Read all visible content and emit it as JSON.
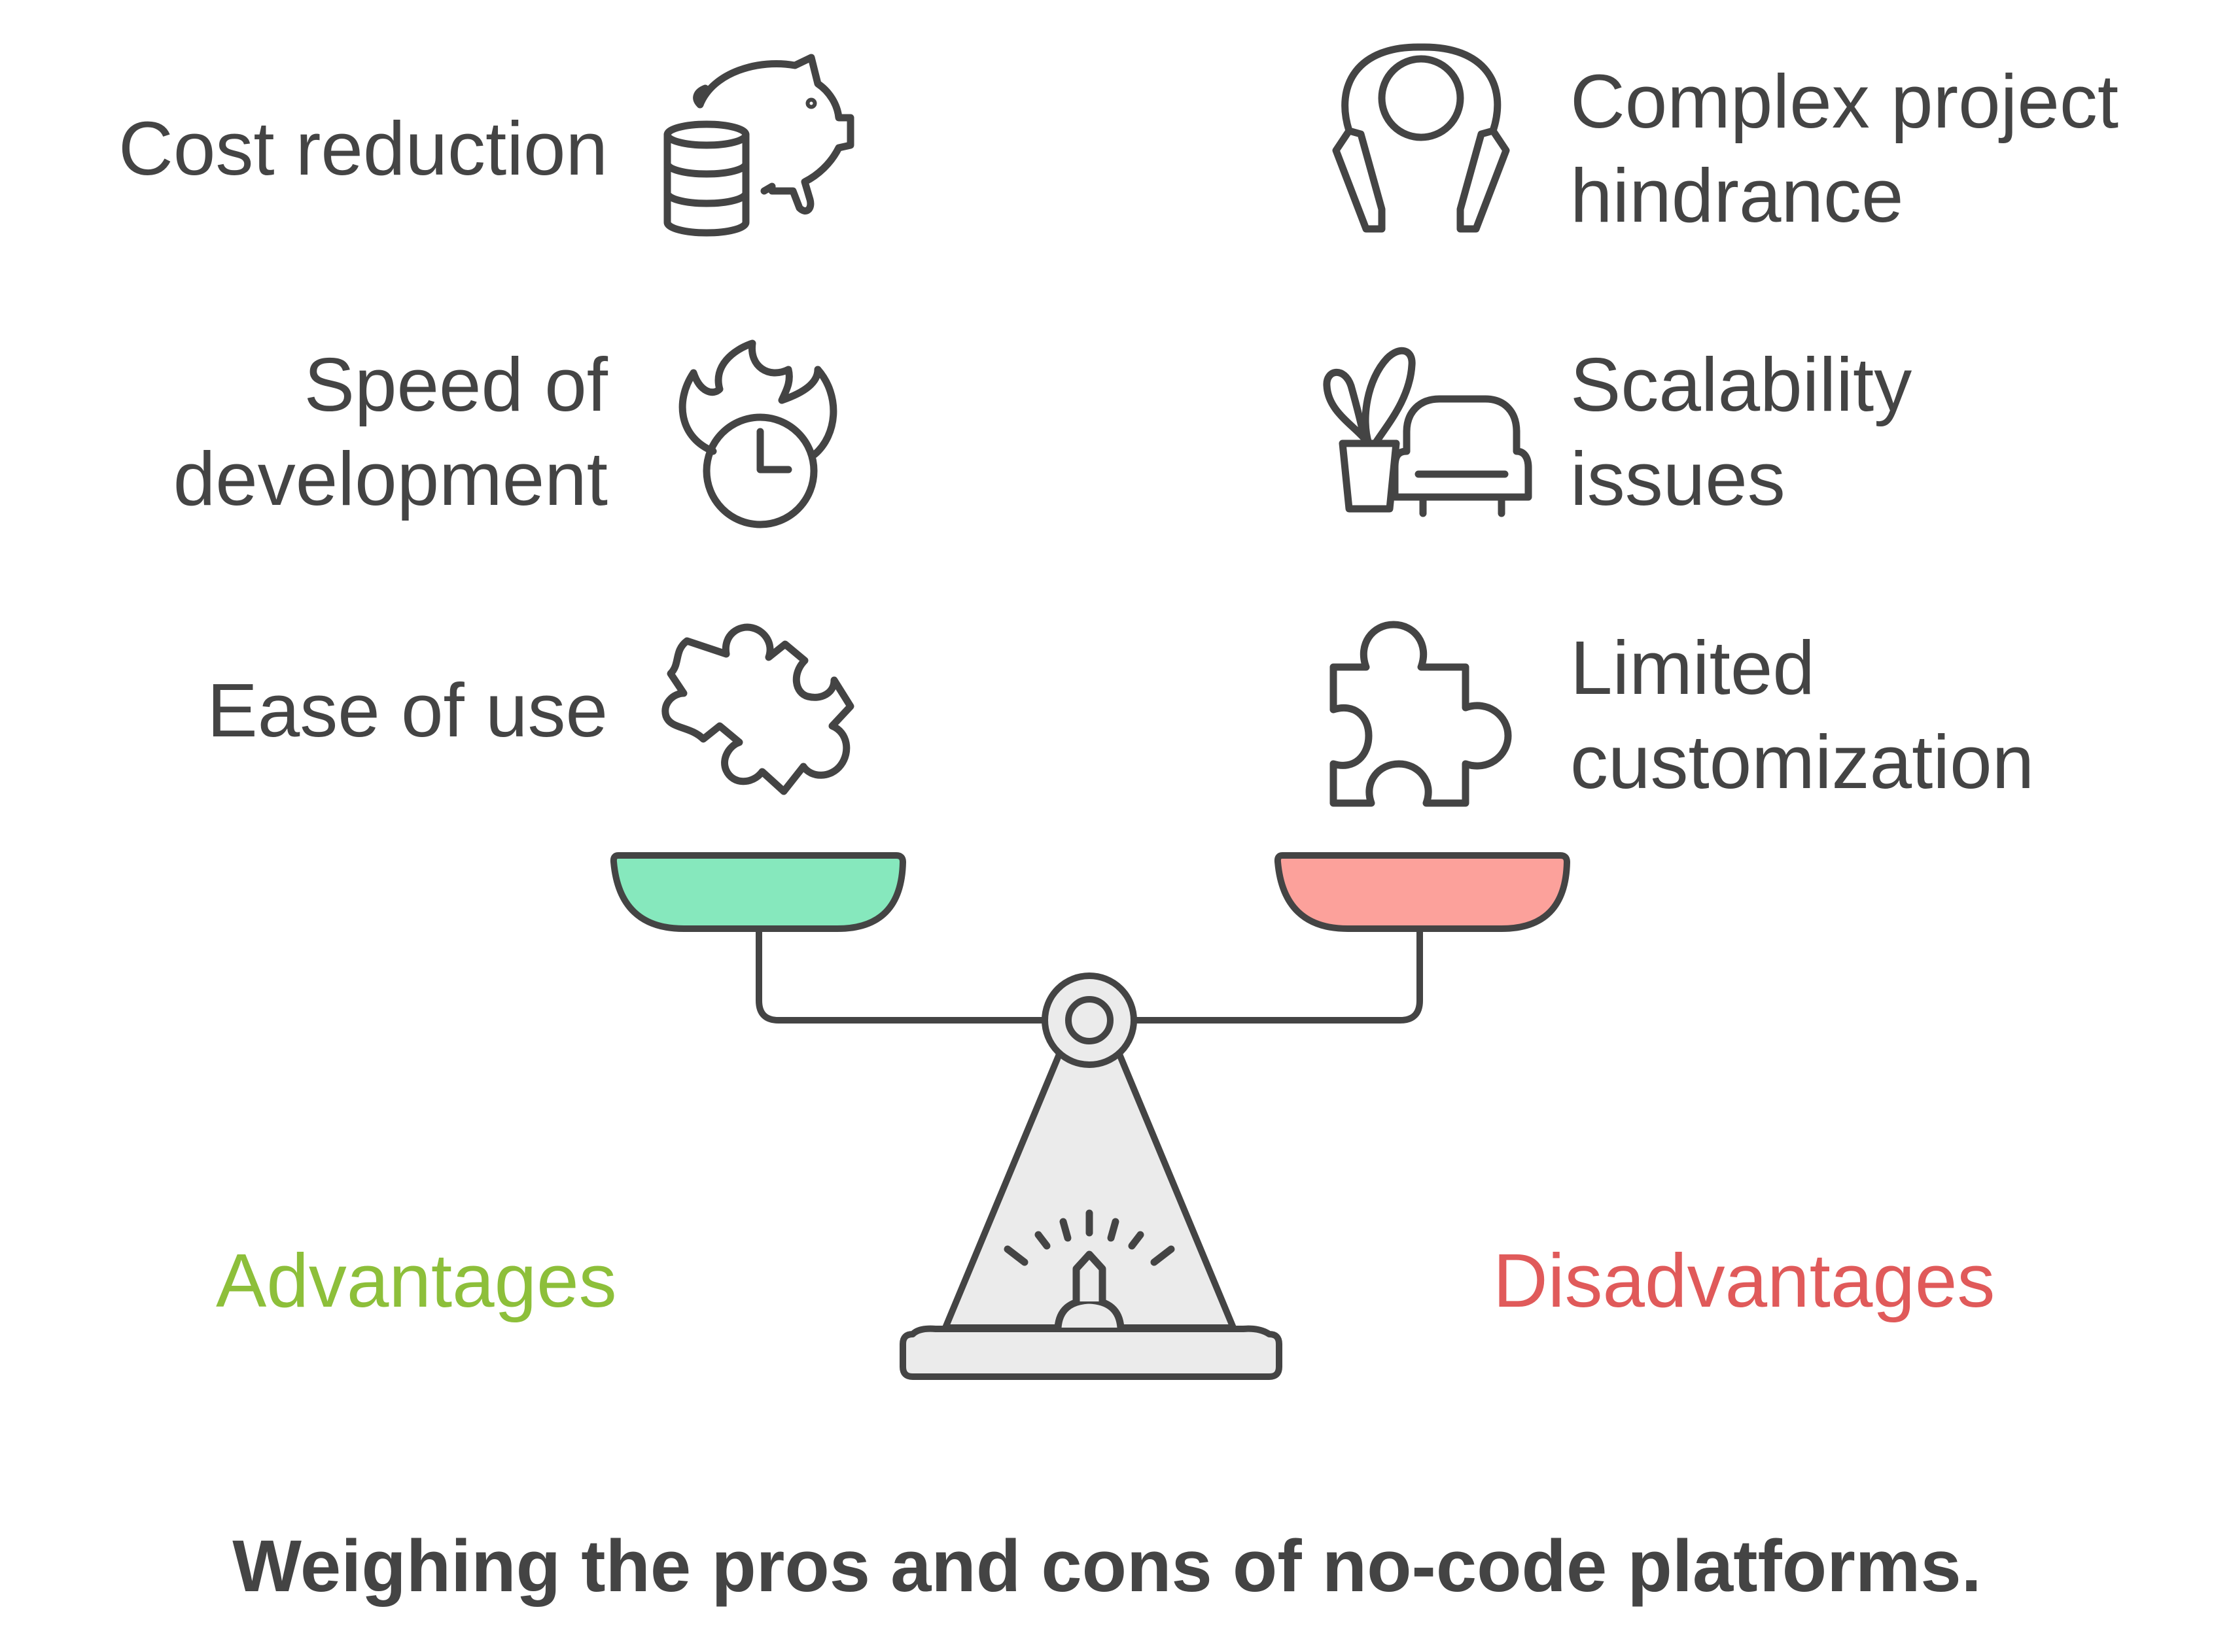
{
  "advantages": {
    "heading": "Advantages",
    "color": "#8dbf3a",
    "items": [
      {
        "lines": [
          "Cost reduction"
        ],
        "icon": "piggy-bank-coins-icon"
      },
      {
        "lines": [
          "Speed of",
          "development"
        ],
        "icon": "fire-clock-icon"
      },
      {
        "lines": [
          "Ease of use"
        ],
        "icon": "puzzle-piece-icon"
      }
    ]
  },
  "disadvantages": {
    "heading": "Disadvantages",
    "color": "#e05a5a",
    "items": [
      {
        "lines": [
          "Complex project",
          "hindrance"
        ],
        "icon": "headphones-icon"
      },
      {
        "lines": [
          "Scalability",
          "issues"
        ],
        "icon": "plant-armchair-icon"
      },
      {
        "lines": [
          "Limited",
          "customization"
        ],
        "icon": "puzzle-piece-icon"
      }
    ]
  },
  "scale": {
    "left_pan_color": "#86e8bd",
    "right_pan_color": "#fca19b",
    "base_color": "#ebebeb",
    "stroke_color": "#444444"
  },
  "title": "Weighing the pros and cons of no-code platforms."
}
